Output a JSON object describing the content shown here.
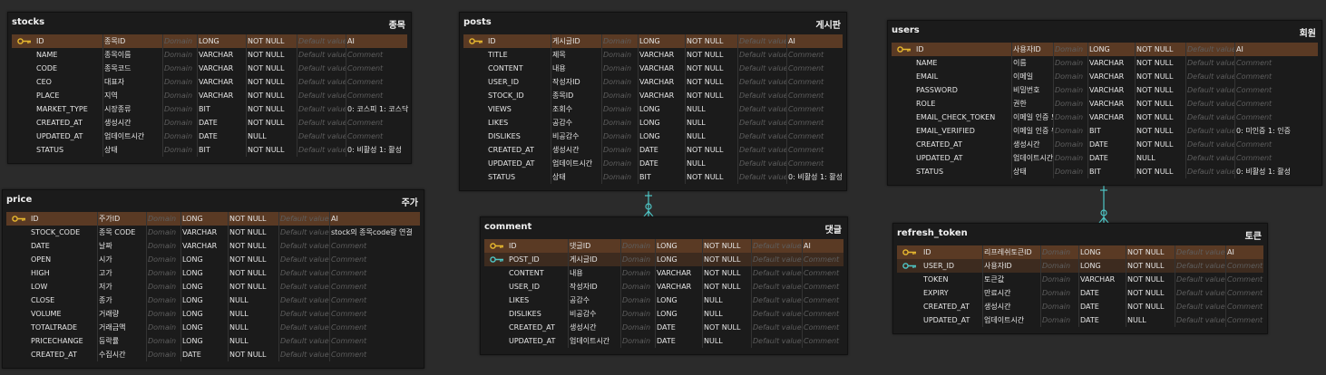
{
  "placeholders": {
    "domain": "Domain",
    "default": "Default value",
    "comment": "Comment"
  },
  "colors": {
    "background": "#2b2b2b",
    "table": "#1b1b1b",
    "pk_row": "#5a3a24",
    "fk_row": "#3d2b1f",
    "pk_icon": "#e8b92f",
    "fk_icon": "#4fc6c6",
    "connector": "#4fc6c6"
  },
  "entities": [
    {
      "id": "stocks",
      "name": "stocks",
      "logical": "종목",
      "rows": [
        {
          "col": "ID",
          "logical": "종목ID",
          "type": "LONG",
          "nullable": "NOT NULL",
          "default": "",
          "comment": "AI",
          "key": "pk"
        },
        {
          "col": "NAME",
          "logical": "종목이름",
          "type": "VARCHAR",
          "nullable": "NOT NULL",
          "default": "",
          "comment": "",
          "key": ""
        },
        {
          "col": "CODE",
          "logical": "종목코드",
          "type": "VARCHAR",
          "nullable": "NOT NULL",
          "default": "",
          "comment": "",
          "key": ""
        },
        {
          "col": "CEO",
          "logical": "대표자",
          "type": "VARCHAR",
          "nullable": "NOT NULL",
          "default": "",
          "comment": "",
          "key": ""
        },
        {
          "col": "PLACE",
          "logical": "지역",
          "type": "VARCHAR",
          "nullable": "NOT NULL",
          "default": "",
          "comment": "",
          "key": ""
        },
        {
          "col": "MARKET_TYPE",
          "logical": "시장종류",
          "type": "BIT",
          "nullable": "NOT NULL",
          "default": "",
          "comment": "0: 코스피 1: 코스닥",
          "key": ""
        },
        {
          "col": "CREATED_AT",
          "logical": "생성시간",
          "type": "DATE",
          "nullable": "NOT NULL",
          "default": "",
          "comment": "",
          "key": ""
        },
        {
          "col": "UPDATED_AT",
          "logical": "업데이트시간",
          "type": "DATE",
          "nullable": "NULL",
          "default": "",
          "comment": "",
          "key": ""
        },
        {
          "col": "STATUS",
          "logical": "상태",
          "type": "BIT",
          "nullable": "NOT NULL",
          "default": "",
          "comment": "0: 비활성 1: 활성",
          "key": ""
        }
      ]
    },
    {
      "id": "posts",
      "name": "posts",
      "logical": "게시판",
      "rows": [
        {
          "col": "ID",
          "logical": "게시글ID",
          "type": "LONG",
          "nullable": "NOT NULL",
          "default": "",
          "comment": "AI",
          "key": "pk"
        },
        {
          "col": "TITLE",
          "logical": "제목",
          "type": "VARCHAR",
          "nullable": "NOT NULL",
          "default": "",
          "comment": "",
          "key": ""
        },
        {
          "col": "CONTENT",
          "logical": "내용",
          "type": "VARCHAR",
          "nullable": "NOT NULL",
          "default": "",
          "comment": "",
          "key": ""
        },
        {
          "col": "USER_ID",
          "logical": "작성자ID",
          "type": "VARCHAR",
          "nullable": "NOT NULL",
          "default": "",
          "comment": "",
          "key": ""
        },
        {
          "col": "STOCK_ID",
          "logical": "종목ID",
          "type": "VARCHAR",
          "nullable": "NOT NULL",
          "default": "",
          "comment": "",
          "key": ""
        },
        {
          "col": "VIEWS",
          "logical": "조회수",
          "type": "LONG",
          "nullable": "NULL",
          "default": "",
          "comment": "",
          "key": ""
        },
        {
          "col": "LIKES",
          "logical": "공감수",
          "type": "LONG",
          "nullable": "NULL",
          "default": "",
          "comment": "",
          "key": ""
        },
        {
          "col": "DISLIKES",
          "logical": "비공감수",
          "type": "LONG",
          "nullable": "NULL",
          "default": "",
          "comment": "",
          "key": ""
        },
        {
          "col": "CREATED_AT",
          "logical": "생성시간",
          "type": "DATE",
          "nullable": "NOT NULL",
          "default": "",
          "comment": "",
          "key": ""
        },
        {
          "col": "UPDATED_AT",
          "logical": "업데이트시간",
          "type": "DATE",
          "nullable": "NULL",
          "default": "",
          "comment": "",
          "key": ""
        },
        {
          "col": "STATUS",
          "logical": "상태",
          "type": "BIT",
          "nullable": "NOT NULL",
          "default": "",
          "comment": "0: 비활성 1: 활성",
          "key": ""
        }
      ]
    },
    {
      "id": "users",
      "name": "users",
      "logical": "회원",
      "rows": [
        {
          "col": "ID",
          "logical": "사용자ID",
          "type": "LONG",
          "nullable": "NOT NULL",
          "default": "",
          "comment": "AI",
          "key": "pk"
        },
        {
          "col": "NAME",
          "logical": "이름",
          "type": "VARCHAR",
          "nullable": "NOT NULL",
          "default": "",
          "comment": "",
          "key": ""
        },
        {
          "col": "EMAIL",
          "logical": "이메일",
          "type": "VARCHAR",
          "nullable": "NOT NULL",
          "default": "",
          "comment": "",
          "key": ""
        },
        {
          "col": "PASSWORD",
          "logical": "비밀번호",
          "type": "VARCHAR",
          "nullable": "NOT NULL",
          "default": "",
          "comment": "",
          "key": ""
        },
        {
          "col": "ROLE",
          "logical": "권한",
          "type": "VARCHAR",
          "nullable": "NOT NULL",
          "default": "",
          "comment": "",
          "key": ""
        },
        {
          "col": "EMAIL_CHECK_TOKEN",
          "logical": "이메일 인증 토큰",
          "type": "VARCHAR",
          "nullable": "NOT NULL",
          "default": "",
          "comment": "",
          "key": ""
        },
        {
          "col": "EMAIL_VERIFIED",
          "logical": "이메일 인증 유무",
          "type": "BIT",
          "nullable": "NOT NULL",
          "default": "",
          "comment": "0: 미인증 1: 인증",
          "key": ""
        },
        {
          "col": "CREATED_AT",
          "logical": "생성시간",
          "type": "DATE",
          "nullable": "NOT NULL",
          "default": "",
          "comment": "",
          "key": ""
        },
        {
          "col": "UPDATED_AT",
          "logical": "업데이트시간",
          "type": "DATE",
          "nullable": "NULL",
          "default": "",
          "comment": "",
          "key": ""
        },
        {
          "col": "STATUS",
          "logical": "상태",
          "type": "BIT",
          "nullable": "NOT NULL",
          "default": "",
          "comment": "0: 비활성 1: 활성",
          "key": ""
        }
      ]
    },
    {
      "id": "price",
      "name": "price",
      "logical": "주가",
      "rows": [
        {
          "col": "ID",
          "logical": "주가ID",
          "type": "LONG",
          "nullable": "NOT NULL",
          "default": "",
          "comment": "AI",
          "key": "pk"
        },
        {
          "col": "STOCK_CODE",
          "logical": "종목 CODE",
          "type": "VARCHAR",
          "nullable": "NOT NULL",
          "default": "",
          "comment": "stock의 종목code랑 연결",
          "key": ""
        },
        {
          "col": "DATE",
          "logical": "날짜",
          "type": "VARCHAR",
          "nullable": "NOT NULL",
          "default": "",
          "comment": "",
          "key": ""
        },
        {
          "col": "OPEN",
          "logical": "시가",
          "type": "LONG",
          "nullable": "NOT NULL",
          "default": "",
          "comment": "",
          "key": ""
        },
        {
          "col": "HIGH",
          "logical": "고가",
          "type": "LONG",
          "nullable": "NOT NULL",
          "default": "",
          "comment": "",
          "key": ""
        },
        {
          "col": "LOW",
          "logical": "저가",
          "type": "LONG",
          "nullable": "NOT NULL",
          "default": "",
          "comment": "",
          "key": ""
        },
        {
          "col": "CLOSE",
          "logical": "종가",
          "type": "LONG",
          "nullable": "NULL",
          "default": "",
          "comment": "",
          "key": ""
        },
        {
          "col": "VOLUME",
          "logical": "거래량",
          "type": "LONG",
          "nullable": "NULL",
          "default": "",
          "comment": "",
          "key": ""
        },
        {
          "col": "TOTALTRADE",
          "logical": "거래금액",
          "type": "LONG",
          "nullable": "NULL",
          "default": "",
          "comment": "",
          "key": ""
        },
        {
          "col": "PRICECHANGE",
          "logical": "등락률",
          "type": "LONG",
          "nullable": "NULL",
          "default": "",
          "comment": "",
          "key": ""
        },
        {
          "col": "CREATED_AT",
          "logical": "수집시간",
          "type": "DATE",
          "nullable": "NOT NULL",
          "default": "",
          "comment": "",
          "key": ""
        }
      ]
    },
    {
      "id": "comment",
      "name": "comment",
      "logical": "댓글",
      "rows": [
        {
          "col": "ID",
          "logical": "댓글ID",
          "type": "LONG",
          "nullable": "NOT NULL",
          "default": "",
          "comment": "AI",
          "key": "pk"
        },
        {
          "col": "POST_ID",
          "logical": "게시글ID",
          "type": "LONG",
          "nullable": "NOT NULL",
          "default": "",
          "comment": "",
          "key": "fk"
        },
        {
          "col": "CONTENT",
          "logical": "내용",
          "type": "VARCHAR",
          "nullable": "NOT NULL",
          "default": "",
          "comment": "",
          "key": ""
        },
        {
          "col": "USER_ID",
          "logical": "작성자ID",
          "type": "VARCHAR",
          "nullable": "NOT NULL",
          "default": "",
          "comment": "",
          "key": ""
        },
        {
          "col": "LIKES",
          "logical": "공감수",
          "type": "LONG",
          "nullable": "NULL",
          "default": "",
          "comment": "",
          "key": ""
        },
        {
          "col": "DISLIKES",
          "logical": "비공감수",
          "type": "LONG",
          "nullable": "NULL",
          "default": "",
          "comment": "",
          "key": ""
        },
        {
          "col": "CREATED_AT",
          "logical": "생성시간",
          "type": "DATE",
          "nullable": "NOT NULL",
          "default": "",
          "comment": "",
          "key": ""
        },
        {
          "col": "UPDATED_AT",
          "logical": "업데이트시간",
          "type": "DATE",
          "nullable": "NULL",
          "default": "",
          "comment": "",
          "key": ""
        }
      ]
    },
    {
      "id": "refresh_token",
      "name": "refresh_token",
      "logical": "토큰",
      "rows": [
        {
          "col": "ID",
          "logical": "리프레쉬토큰ID",
          "type": "LONG",
          "nullable": "NOT NULL",
          "default": "",
          "comment": "AI",
          "key": "pk"
        },
        {
          "col": "USER_ID",
          "logical": "사용자ID",
          "type": "LONG",
          "nullable": "NOT NULL",
          "default": "",
          "comment": "",
          "key": "fk"
        },
        {
          "col": "TOKEN",
          "logical": "토큰값",
          "type": "VARCHAR",
          "nullable": "NOT NULL",
          "default": "",
          "comment": "",
          "key": ""
        },
        {
          "col": "EXPIRY",
          "logical": "만료시간",
          "type": "DATE",
          "nullable": "NOT NULL",
          "default": "",
          "comment": "",
          "key": ""
        },
        {
          "col": "CREATED_AT",
          "logical": "생성시간",
          "type": "DATE",
          "nullable": "NOT NULL",
          "default": "",
          "comment": "",
          "key": ""
        },
        {
          "col": "UPDATED_AT",
          "logical": "업데이트시간",
          "type": "DATE",
          "nullable": "NULL",
          "default": "",
          "comment": "",
          "key": ""
        }
      ]
    }
  ],
  "relationships": [
    {
      "from": "posts",
      "to": "comment",
      "cardinality": "one-to-zero-or-many"
    },
    {
      "from": "users",
      "to": "refresh_token",
      "cardinality": "one-to-zero-or-many"
    }
  ]
}
